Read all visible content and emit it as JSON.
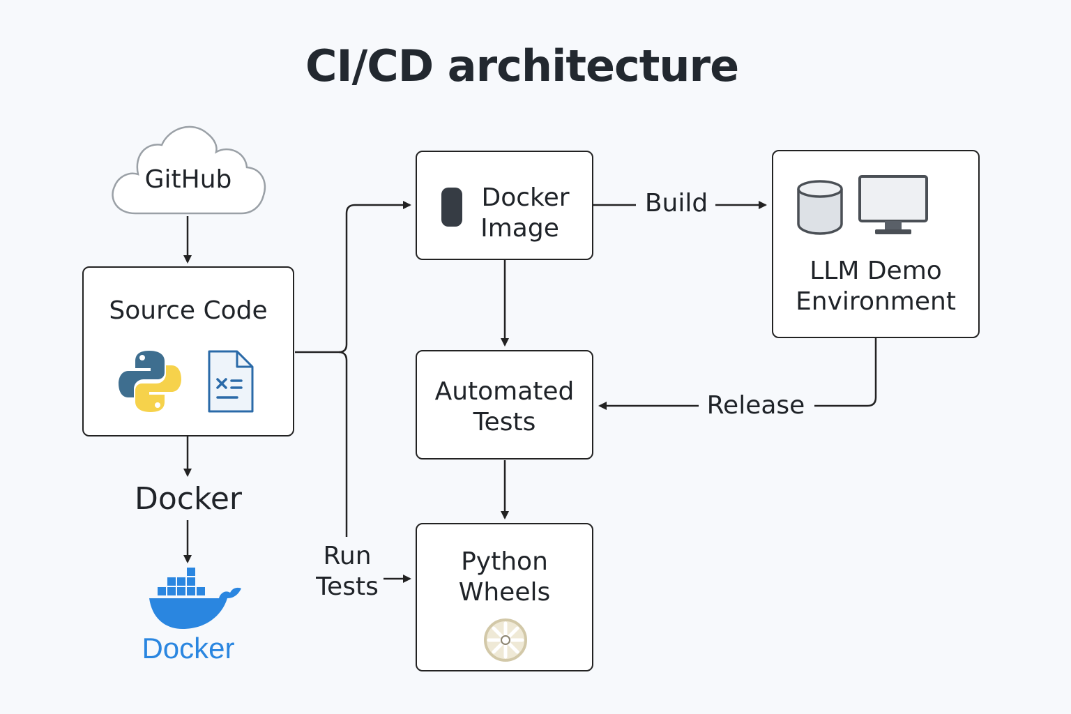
{
  "title": "CI/CD architecture",
  "nodes": {
    "github": {
      "label": "GitHub",
      "icon": "cloud-icon"
    },
    "source_code": {
      "label": "Source Code",
      "icons": [
        "python-icon",
        "code-file-icon"
      ]
    },
    "docker_image": {
      "line1": "Docker",
      "line2": "Image",
      "icon": "container-icon"
    },
    "llm_demo": {
      "line1": "LLM Demo",
      "line2": "Environment",
      "icons": [
        "database-icon",
        "monitor-icon"
      ]
    },
    "automated_tests": {
      "line1": "Automated",
      "line2": "Tests"
    },
    "python_wheels": {
      "line1": "Python",
      "line2": "Wheels",
      "icon": "wheel-icon"
    },
    "docker": {
      "label": "Docker",
      "logo_text": "Docker",
      "icon": "docker-whale-icon"
    }
  },
  "edges": {
    "build": "Build",
    "release": "Release",
    "run_tests_line1": "Run",
    "run_tests_line2": "Tests"
  },
  "colors": {
    "stroke": "#222222",
    "python_blue": "#3e6e8f",
    "python_yellow": "#f6d24b",
    "docker_blue": "#2a86e0",
    "file_blue": "#2a6aa8",
    "wheel": "#d8d0b8"
  }
}
